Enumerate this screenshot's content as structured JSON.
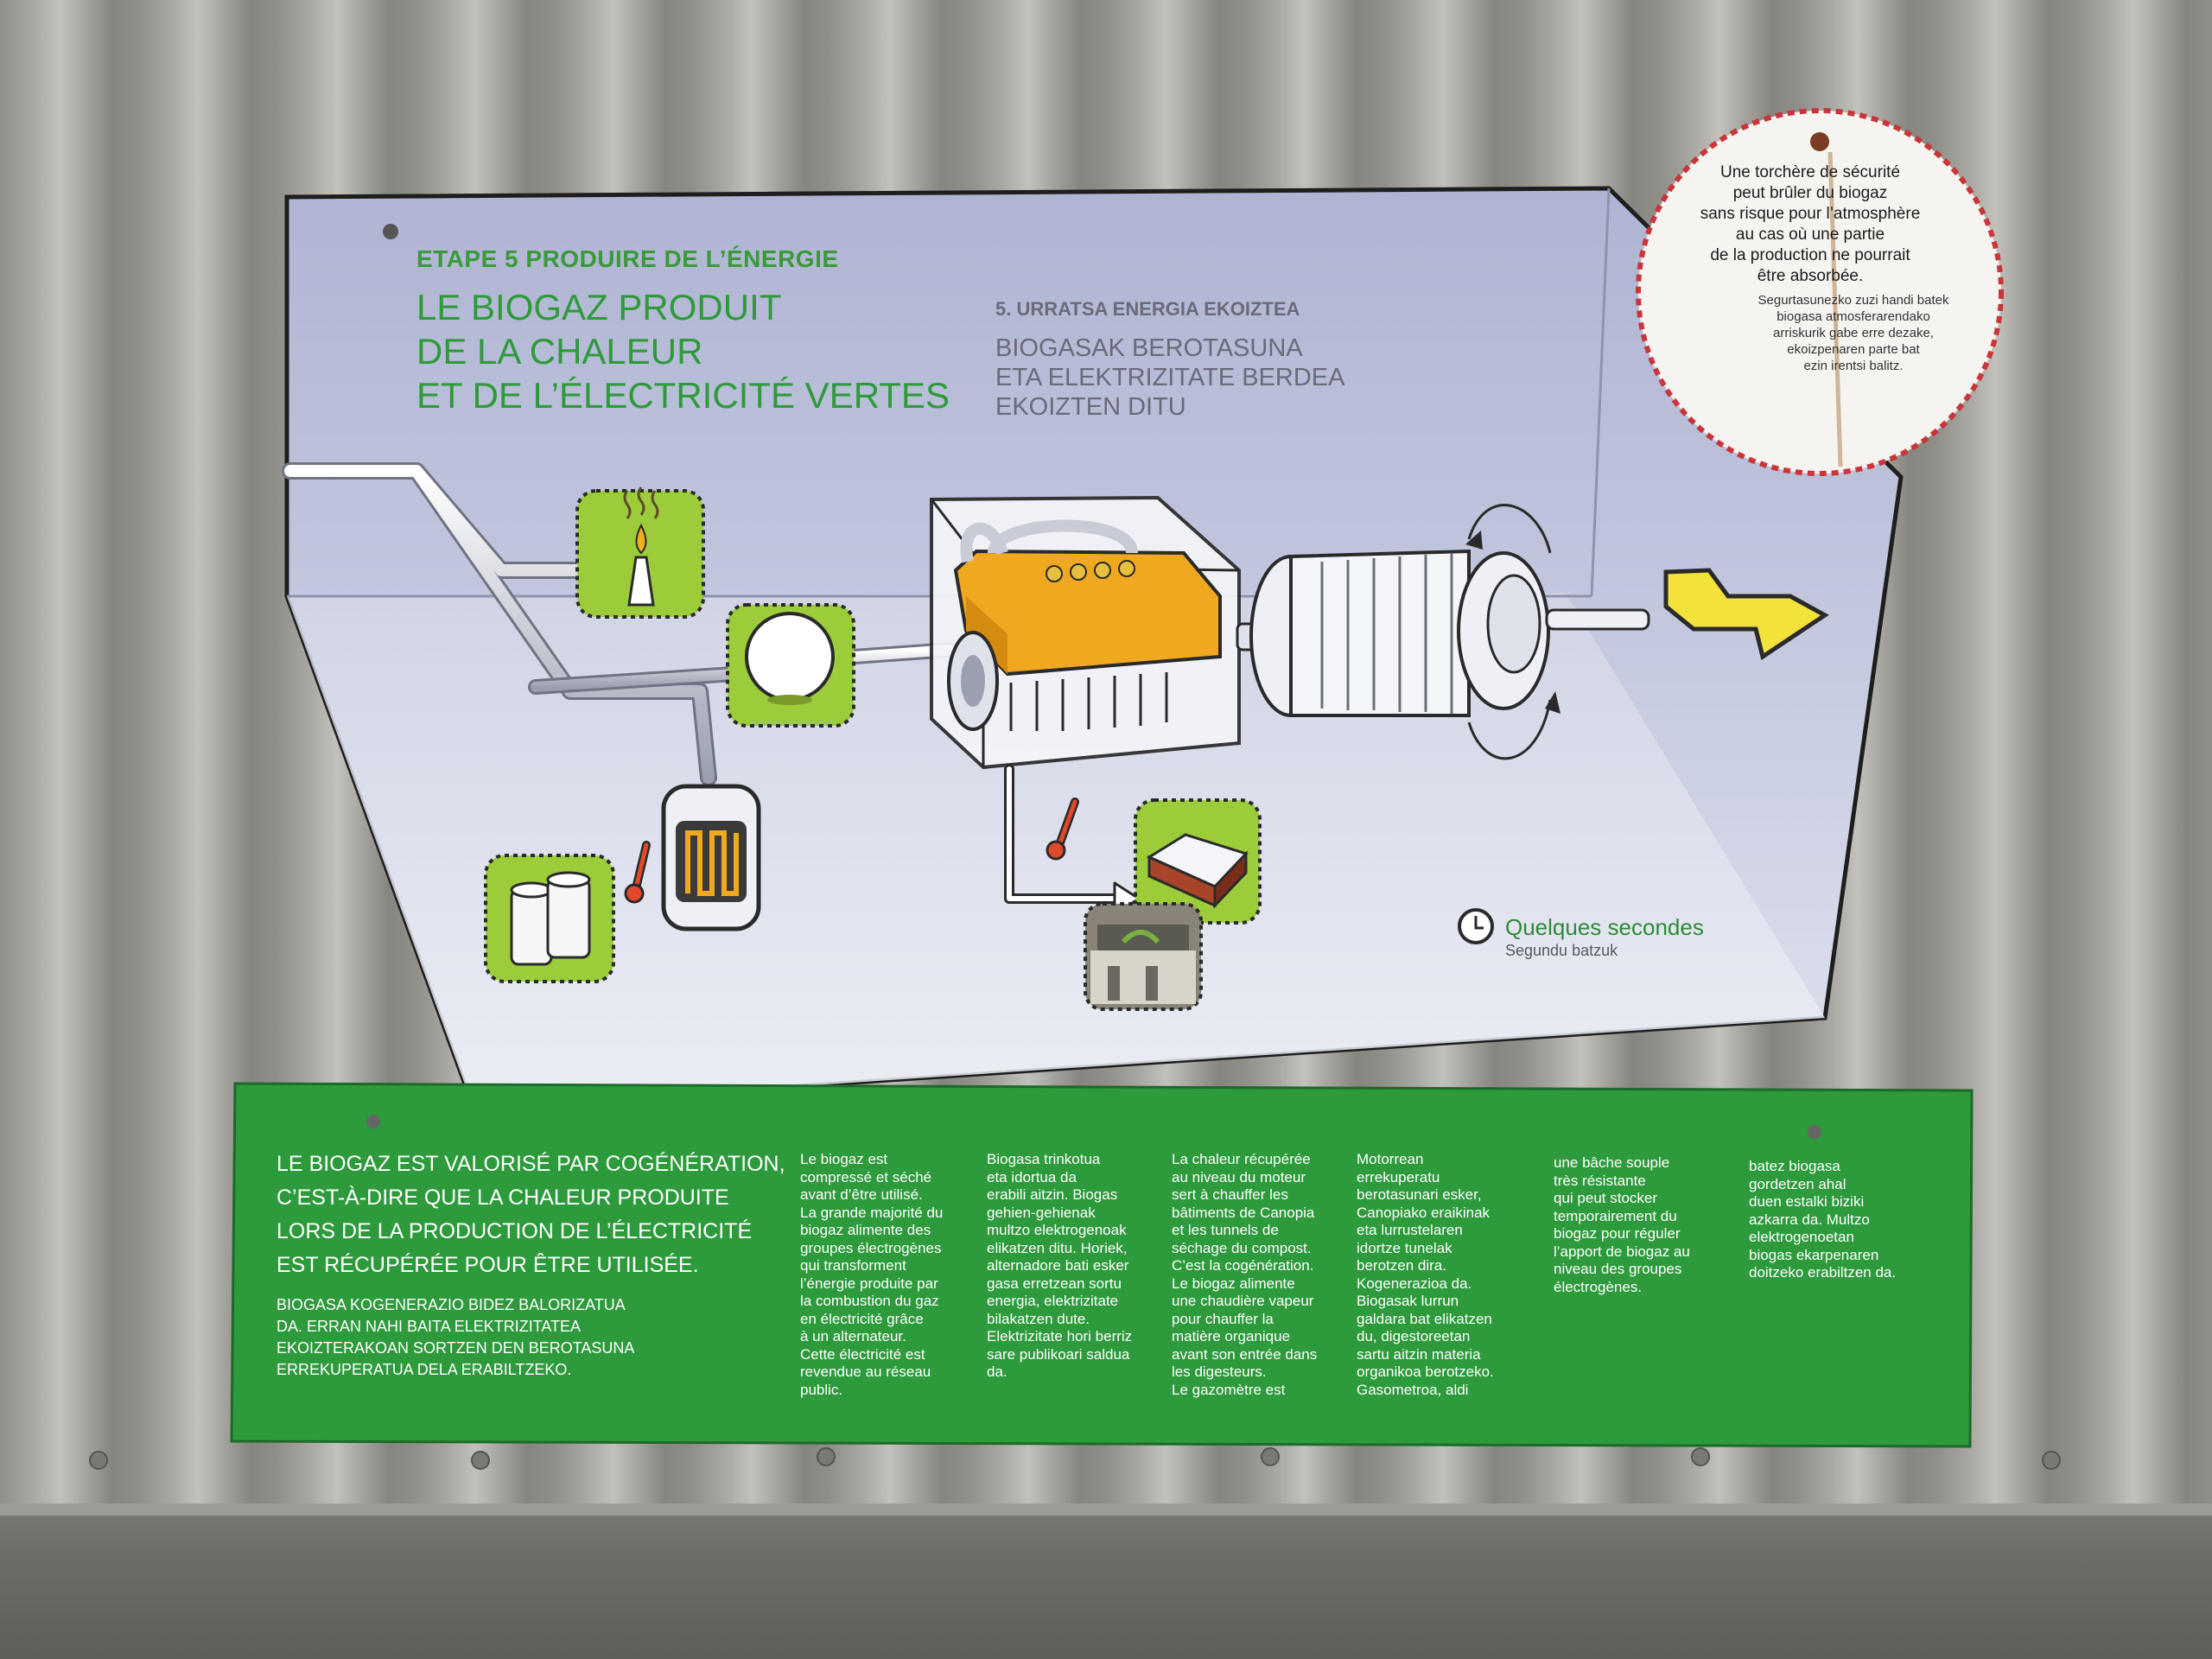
{
  "header": {
    "step_fr": "ETAPE 5 PRODUIRE DE L’ÉNERGIE",
    "title_fr": "LE BIOGAZ PRODUIT\nDE LA CHALEUR\nET DE L’ÉLECTRICITÉ VERTES",
    "step_eu": "5. URRATSA ENERGIA EKOIZTEA",
    "title_eu": "BIOGASAK BEROTASUNA\nETA ELEKTRIZITATE BERDEA\nEKOIZTEN DITU"
  },
  "timer": {
    "label_fr": "Quelques secondes",
    "label_eu": "Segundu batzuk"
  },
  "round_sign": {
    "text_fr": "Une torchère de sécurité\npeut brûler du biogaz\nsans risque pour l’atmosphère\nau cas où une partie\nde la production ne pourrait\nêtre absorbée.",
    "text_eu": "Segurtasunezko zuzi handi batek\nbiogasa atmosferarendako\narriskurik gabe erre dezake,\nekoizpenaren parte bat\nezin irentsi balitz."
  },
  "green_panel": {
    "headline_fr": "LE BIOGAZ EST VALORISÉ PAR COGÉNÉRATION,\nC’EST-À-DIRE QUE LA CHALEUR PRODUITE\nLORS DE LA PRODUCTION DE L’ÉLECTRICITÉ\nEST RÉCUPÉRÉE POUR ÊTRE UTILISÉE.",
    "headline_eu": "BIOGASA KOGENERAZIO BIDEZ BALORIZATUA\nDA. ERRAN NAHI BAITA ELEKTRIZITATEA\nEKOIZTERAKOAN SORTZEN DEN BEROTASUNA\nERREKUPERATUA DELA ERABILTZEKO.",
    "col1": "Le biogaz est\ncompressé et séché\navant d’être utilisé.\nLa grande majorité du\nbiogaz alimente des\ngroupes électrogènes\nqui transforment\nl’énergie produite par\nla combustion du gaz\nen électricité grâce\nà un alternateur.\nCette électricité est\nrevendue au réseau\npublic.",
    "col2": "Biogasa trinkotua\neta idortua da\nerabili aitzin. Biogas\ngehien-gehienak\nmultzo elektrogenoak\nelikatzen ditu. Horiek,\nalternadore bati esker\ngasa erretzean sortu\nenergia, elektrizitate\nbilakatzen dute.\nElektrizitate hori berriz\nsare publikoari saldua\nda.",
    "col3": "La chaleur récupérée\nau niveau du moteur\nsert à chauffer les\nbâtiments de Canopia\net les tunnels de\nséchage du compost.\nC’est la cogénération.\nLe biogaz alimente\nune chaudière vapeur\npour chauffer la\nmatière organique\navant son entrée dans\nles digesteurs.\nLe gazomètre est",
    "col4": "Motorrean\nerrekuperatu\nberotasunari esker,\nCanopiako eraikinak\neta lurrustelaren\nidortze tunelak\nberotzen dira.\nKogenerazioa da.\nBiogasak lurrun\ngaldara bat elikatzen\ndu, digestoreetan\nsartu aitzin materia\norganikoa berotzeko.\nGasometroa, aldi",
    "col5": "une bâche souple\ntrès résistante\nqui peut stocker\ntemporairement du\nbiogaz pour réguler\nl’apport de biogaz au\nniveau des groupes\nélectrogènes.",
    "col6": "batez biogasa\ngordetzen ahal\nduen estalki biziki\nazkarra da. Multzo\nelektrogenoetan\nbiogas ekarpenaren\ndoitzeko erabiltzen da."
  },
  "colors": {
    "diagram_bg": "#b9bfd8",
    "green_panel": "#2d9a3c",
    "title_green": "#2f9a3a",
    "engine_orange": "#f0a820",
    "bolt_yellow": "#f2e23a",
    "icon_green": "#9ccc3a"
  }
}
